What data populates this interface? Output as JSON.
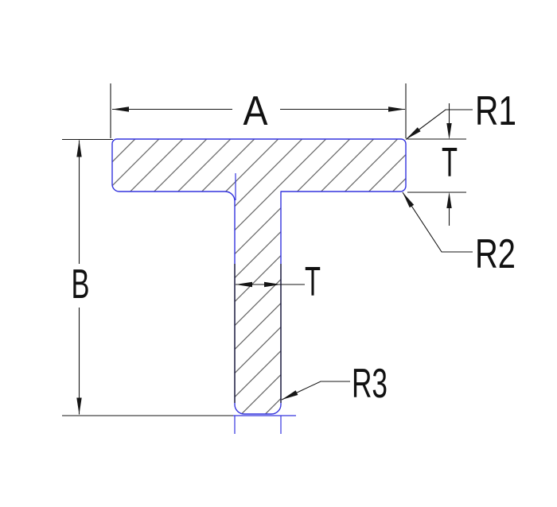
{
  "drawing": {
    "dimensions": {
      "width_label": "A",
      "height_label": "B",
      "flange_thickness_label": "T",
      "stem_thickness_label": "T"
    },
    "radii": {
      "r1_label": "R1",
      "r2_label": "R2",
      "r3_label": "R3"
    },
    "colors": {
      "profile_outline": "#3434DE",
      "hatch_lines": "#3F3F3F",
      "dimension_lines": "#161616",
      "label_text": "#111111",
      "background": "#FFFFFF"
    }
  }
}
